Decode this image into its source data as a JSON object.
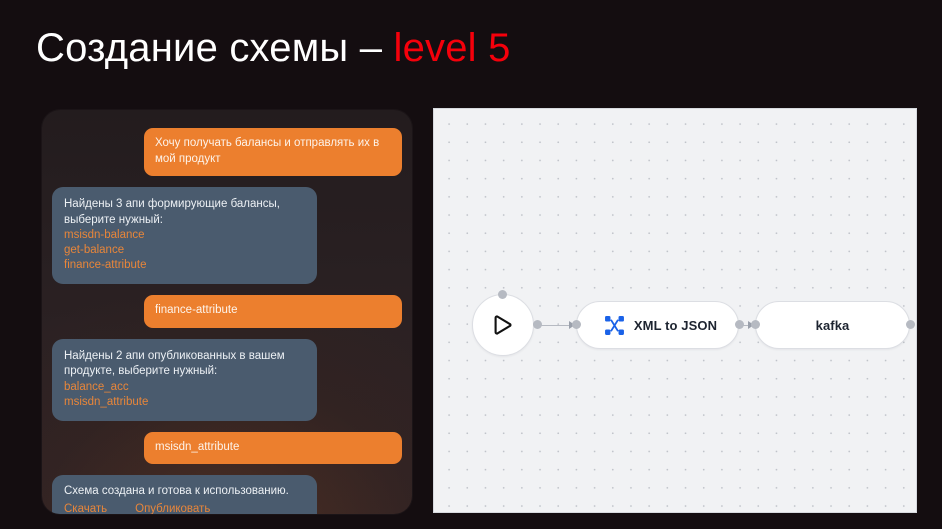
{
  "slide": {
    "title_main": "Создание схемы",
    "title_dash": "–",
    "title_accent": "level 5",
    "background_color": "#140d10",
    "accent_color": "#f5000b"
  },
  "chat": {
    "user_bubble_color": "#ec7f2e",
    "bot_bubble_color": "#4a5b6e",
    "link_color": "#e8863a",
    "messages": [
      {
        "role": "user",
        "text": "Хочу получать балансы и отправлять их в мой продукт"
      },
      {
        "role": "bot",
        "text": "Найдены 3 апи формирующие балансы, выберите нужный:",
        "options": [
          "msisdn-balance",
          "get-balance",
          "finance-attribute"
        ]
      },
      {
        "role": "user",
        "text": "finance-attribute"
      },
      {
        "role": "bot",
        "text": "Найдены 2 апи опубликованных в вашем продукте, выберите нужный:",
        "options": [
          "balance_acc",
          "msisdn_attribute"
        ]
      },
      {
        "role": "user",
        "text": "msisdn_attribute"
      },
      {
        "role": "bot",
        "text": "Схема создана и готова к использованию.",
        "actions": [
          "Скачать",
          "Опубликовать"
        ]
      }
    ]
  },
  "diagram": {
    "canvas_background": "#f1f2f4",
    "nodes": [
      {
        "id": "start",
        "label": "",
        "icon": "play-icon"
      },
      {
        "id": "transform",
        "label": "XML to JSON",
        "icon": "transform-shuffle-icon",
        "icon_color": "#1a62e8"
      },
      {
        "id": "kafka",
        "label": "kafka",
        "icon": ""
      }
    ],
    "edges": [
      {
        "from": "start",
        "to": "transform"
      },
      {
        "from": "transform",
        "to": "kafka"
      }
    ]
  }
}
